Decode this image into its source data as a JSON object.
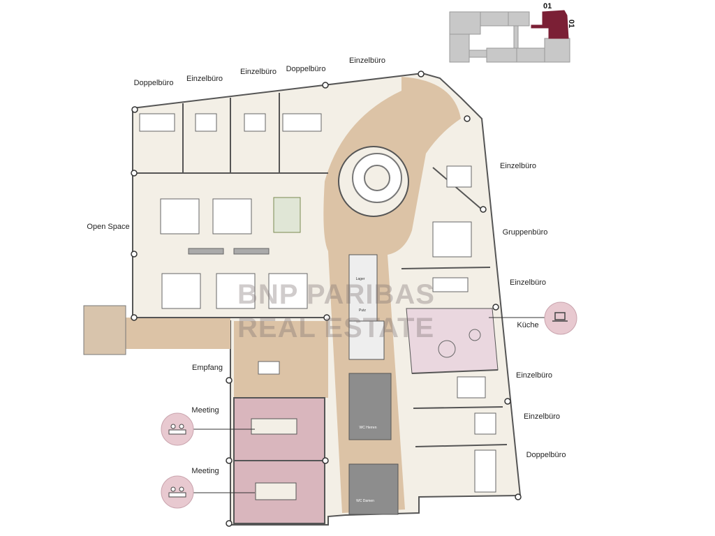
{
  "keyplan": {
    "floor_label_top": "01",
    "floor_label_side": "01",
    "highlight_color": "#7b1f35"
  },
  "rooms": {
    "doppelbuero_1": "Doppelbüro",
    "einzelbuero_1": "Einzelbüro",
    "einzelbuero_2": "Einzelbüro",
    "doppelbuero_2": "Doppelbüro",
    "einzelbuero_3": "Einzelbüro",
    "einzelbuero_4": "Einzelbüro",
    "gruppenbuero": "Gruppenbüro",
    "einzelbuero_5": "Einzelbüro",
    "kueche": "Küche",
    "einzelbuero_6": "Einzelbüro",
    "einzelbuero_7": "Einzelbüro",
    "doppelbuero_3": "Doppelbüro",
    "open_space": "Open Space",
    "empfang": "Empfang",
    "meeting_1": "Meeting",
    "meeting_2": "Meeting",
    "lager": "Lager",
    "putz": "Putz",
    "wc_herren": "WC Herren",
    "wc_damen": "WC Damen"
  },
  "watermark": {
    "line1": "BNP PARIBAS",
    "line2": "REAL ESTATE"
  },
  "colors": {
    "floor": "#f3efe6",
    "corridor": "#dcc3a6",
    "meeting": "#d9b6bd",
    "kitchen": "#ead7df",
    "wc": "#8d8d8d",
    "icon_circle": "#e8c9d0"
  },
  "icons": {
    "kitchen": "laptop-icon",
    "meeting": "meeting-table-icon"
  }
}
